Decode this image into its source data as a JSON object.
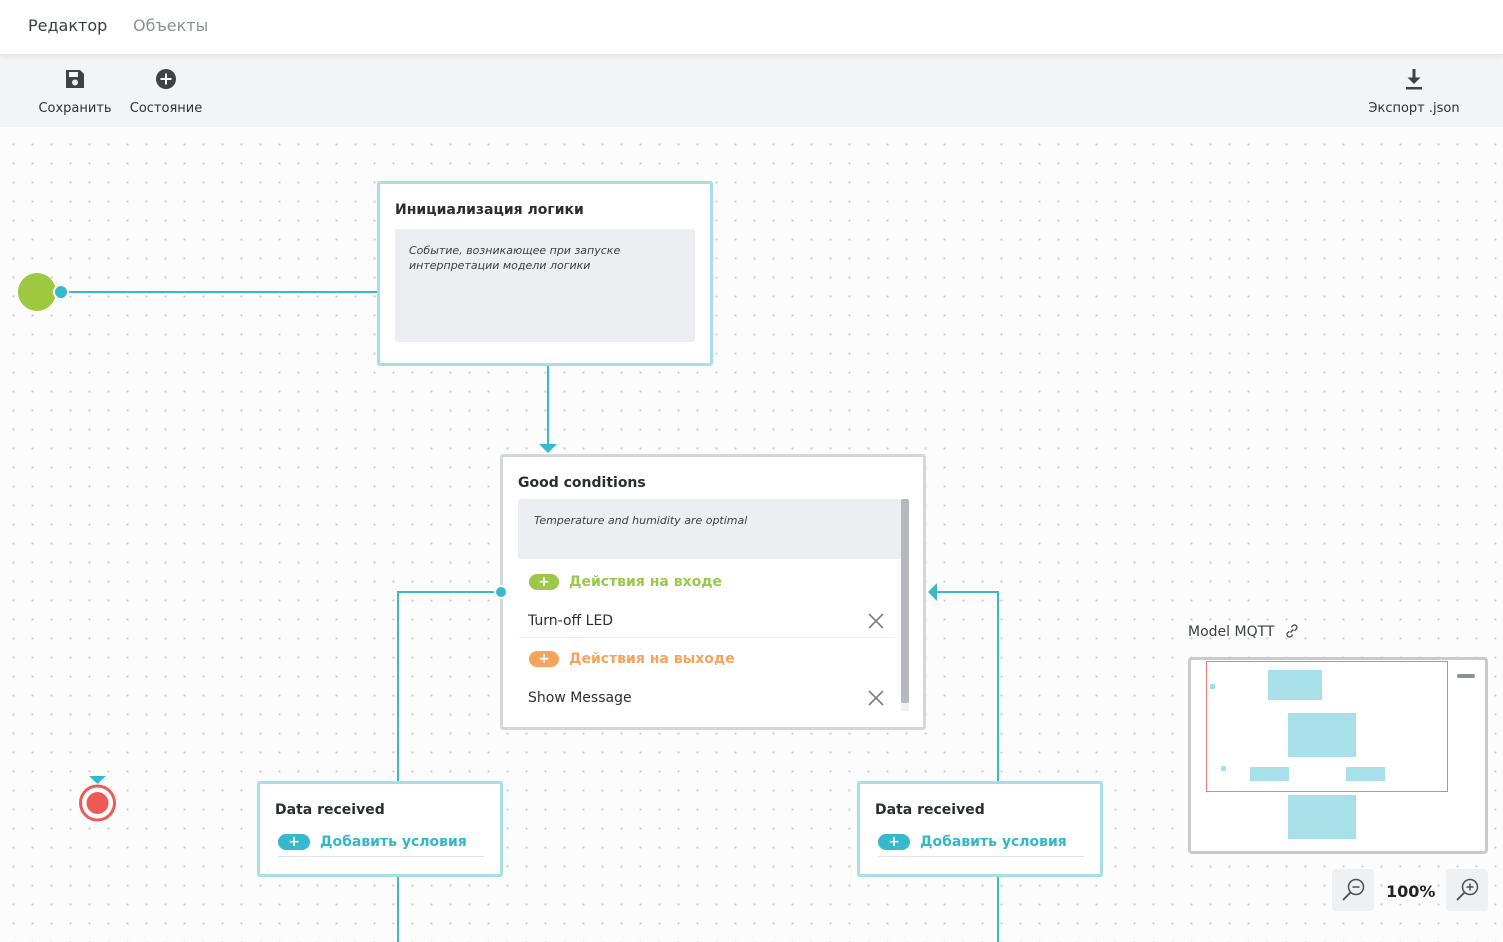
{
  "tabs": [
    {
      "label": "Редактор",
      "active": true
    },
    {
      "label": "Объекты",
      "active": false
    }
  ],
  "toolbar": {
    "save_label": "Сохранить",
    "state_label": "Состояние",
    "export_label": "Экспорт .json"
  },
  "nodes": {
    "init": {
      "title": "Инициализация логики",
      "description": "Событие, возникающее при запуске интерпретации модели логики"
    },
    "good": {
      "title": "Good conditions",
      "description": "Temperature and humidity are optimal",
      "entry_label": "Действия на входе",
      "exit_label": "Действия на выходе",
      "entry_actions": [
        "Turn-off LED"
      ],
      "exit_actions": [
        "Show Message"
      ]
    },
    "data_left": {
      "title": "Data received",
      "add_condition_label": "Добавить условия"
    },
    "data_right": {
      "title": "Data received",
      "add_condition_label": "Добавить условия"
    }
  },
  "minimap": {
    "title": "Model MQTT"
  },
  "zoom": {
    "level": "100%"
  },
  "colors": {
    "accent": "#37b8cc",
    "node_border": "#a6dfe6",
    "start": "#9dc83f",
    "end": "#ef5a57",
    "entry": "#9bc84a",
    "exit": "#f7a35c"
  },
  "icons": {
    "save": "floppy-disk-icon",
    "state": "plus-circle-icon",
    "export": "download-icon",
    "link": "link-icon",
    "zoom_out": "zoom-out-icon",
    "zoom_in": "zoom-in-icon"
  }
}
